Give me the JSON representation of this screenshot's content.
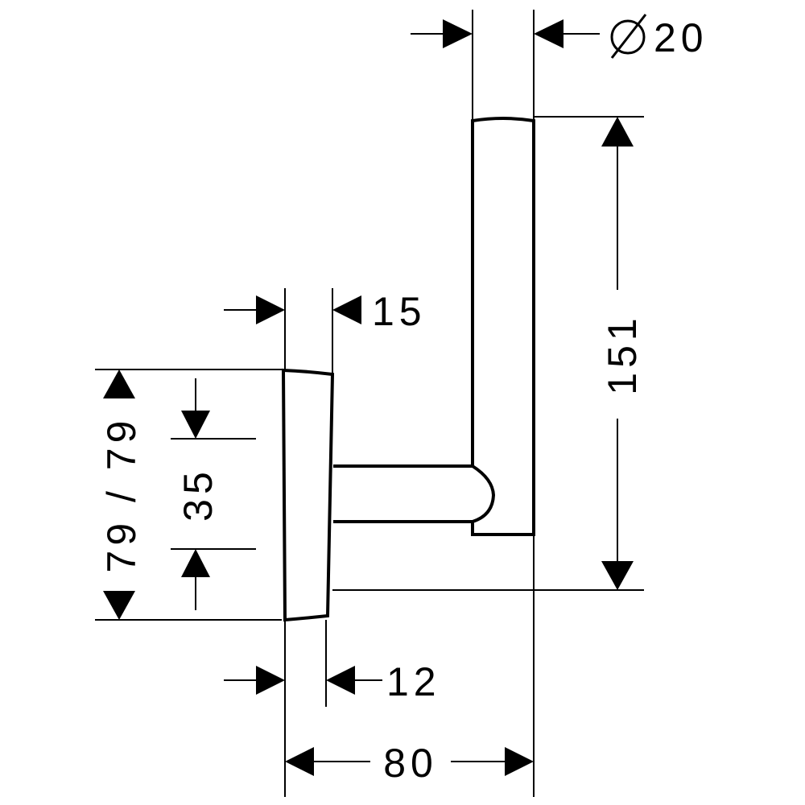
{
  "dimensions": {
    "tube_diameter": "⌀20",
    "height": "151",
    "rose_depth": "15",
    "left_height": "79 / 79",
    "spacing": "35",
    "rose_base": "12",
    "projection": "80"
  }
}
